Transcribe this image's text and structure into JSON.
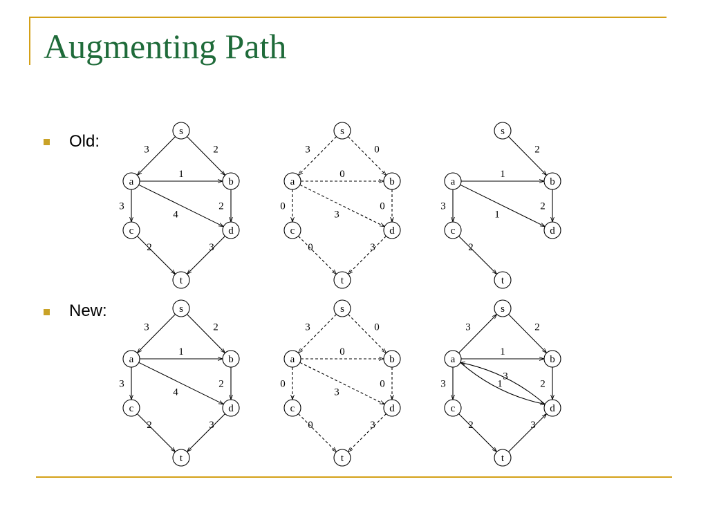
{
  "slide": {
    "title": "Augmenting Path",
    "bullets": [
      {
        "label": "Old:"
      },
      {
        "label": "New:"
      }
    ],
    "colors": {
      "title": "#1f6b3a",
      "accent": "#d4a017",
      "bullet": "#c9a227"
    }
  },
  "graphs": [
    {
      "row": "old",
      "col": 0,
      "edges": [
        {
          "from": "s",
          "to": "a",
          "label": "3",
          "style": "solid"
        },
        {
          "from": "s",
          "to": "b",
          "label": "2",
          "style": "solid"
        },
        {
          "from": "a",
          "to": "b",
          "label": "1",
          "style": "solid"
        },
        {
          "from": "a",
          "to": "c",
          "label": "3",
          "style": "solid"
        },
        {
          "from": "a",
          "to": "d",
          "label": "4",
          "style": "solid"
        },
        {
          "from": "b",
          "to": "d",
          "label": "2",
          "style": "solid"
        },
        {
          "from": "c",
          "to": "t",
          "label": "2",
          "style": "solid"
        },
        {
          "from": "d",
          "to": "t",
          "label": "3",
          "style": "solid"
        }
      ]
    },
    {
      "row": "old",
      "col": 1,
      "edges": [
        {
          "from": "s",
          "to": "a",
          "label": "3",
          "style": "dashed"
        },
        {
          "from": "s",
          "to": "b",
          "label": "0",
          "style": "dashed"
        },
        {
          "from": "a",
          "to": "b",
          "label": "0",
          "style": "dashed"
        },
        {
          "from": "a",
          "to": "c",
          "label": "0",
          "style": "dashed"
        },
        {
          "from": "a",
          "to": "d",
          "label": "3",
          "style": "dashed"
        },
        {
          "from": "b",
          "to": "d",
          "label": "0",
          "style": "dashed"
        },
        {
          "from": "c",
          "to": "t",
          "label": "0",
          "style": "dashed"
        },
        {
          "from": "d",
          "to": "t",
          "label": "3",
          "style": "dashed"
        }
      ]
    },
    {
      "row": "old",
      "col": 2,
      "edges": [
        {
          "from": "s",
          "to": "b",
          "label": "2",
          "style": "solid"
        },
        {
          "from": "a",
          "to": "b",
          "label": "1",
          "style": "solid"
        },
        {
          "from": "a",
          "to": "c",
          "label": "3",
          "style": "solid"
        },
        {
          "from": "a",
          "to": "d",
          "label": "1",
          "style": "solid"
        },
        {
          "from": "b",
          "to": "d",
          "label": "2",
          "style": "solid"
        },
        {
          "from": "c",
          "to": "t",
          "label": "2",
          "style": "solid"
        }
      ]
    },
    {
      "row": "new",
      "col": 0,
      "edges": [
        {
          "from": "s",
          "to": "a",
          "label": "3",
          "style": "solid"
        },
        {
          "from": "s",
          "to": "b",
          "label": "2",
          "style": "solid"
        },
        {
          "from": "a",
          "to": "b",
          "label": "1",
          "style": "solid"
        },
        {
          "from": "a",
          "to": "c",
          "label": "3",
          "style": "solid"
        },
        {
          "from": "a",
          "to": "d",
          "label": "4",
          "style": "solid"
        },
        {
          "from": "b",
          "to": "d",
          "label": "2",
          "style": "solid"
        },
        {
          "from": "c",
          "to": "t",
          "label": "2",
          "style": "solid"
        },
        {
          "from": "d",
          "to": "t",
          "label": "3",
          "style": "solid"
        }
      ]
    },
    {
      "row": "new",
      "col": 1,
      "edges": [
        {
          "from": "s",
          "to": "a",
          "label": "3",
          "style": "dashed"
        },
        {
          "from": "s",
          "to": "b",
          "label": "0",
          "style": "dashed"
        },
        {
          "from": "a",
          "to": "b",
          "label": "0",
          "style": "dashed"
        },
        {
          "from": "a",
          "to": "c",
          "label": "0",
          "style": "dashed"
        },
        {
          "from": "a",
          "to": "d",
          "label": "3",
          "style": "dashed"
        },
        {
          "from": "b",
          "to": "d",
          "label": "0",
          "style": "dashed"
        },
        {
          "from": "c",
          "to": "t",
          "label": "0",
          "style": "dashed"
        },
        {
          "from": "d",
          "to": "t",
          "label": "3",
          "style": "dashed"
        }
      ]
    },
    {
      "row": "new",
      "col": 2,
      "edges": [
        {
          "from": "a",
          "to": "s",
          "label": "3",
          "style": "solid"
        },
        {
          "from": "s",
          "to": "b",
          "label": "2",
          "style": "solid"
        },
        {
          "from": "a",
          "to": "b",
          "label": "1",
          "style": "solid"
        },
        {
          "from": "a",
          "to": "c",
          "label": "3",
          "style": "solid"
        },
        {
          "from": "a",
          "to": "d",
          "label": "1",
          "style": "curve-down"
        },
        {
          "from": "d",
          "to": "a",
          "label": "3",
          "style": "curve-up"
        },
        {
          "from": "b",
          "to": "d",
          "label": "2",
          "style": "solid"
        },
        {
          "from": "c",
          "to": "t",
          "label": "2",
          "style": "solid"
        },
        {
          "from": "t",
          "to": "d",
          "label": "3",
          "style": "solid"
        }
      ]
    }
  ]
}
